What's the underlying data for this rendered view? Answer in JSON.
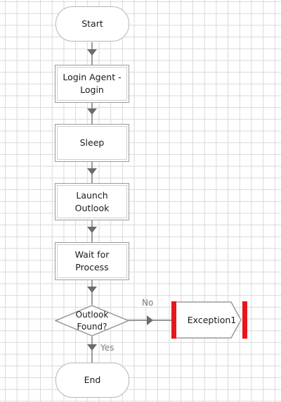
{
  "flowchart": {
    "nodes": {
      "start": "Start",
      "login": "Login Agent - Login",
      "sleep": "Sleep",
      "launch": "Launch Outlook",
      "wait": "Wait for Process",
      "decision": "Outlook Found?",
      "exception": "Exception1",
      "end": "End"
    },
    "edge_labels": {
      "no": "No",
      "yes": "Yes"
    }
  },
  "colors": {
    "connector": "#7a7a7a",
    "exception_bar": "#e8161b",
    "grid": "#d9d9d9"
  }
}
